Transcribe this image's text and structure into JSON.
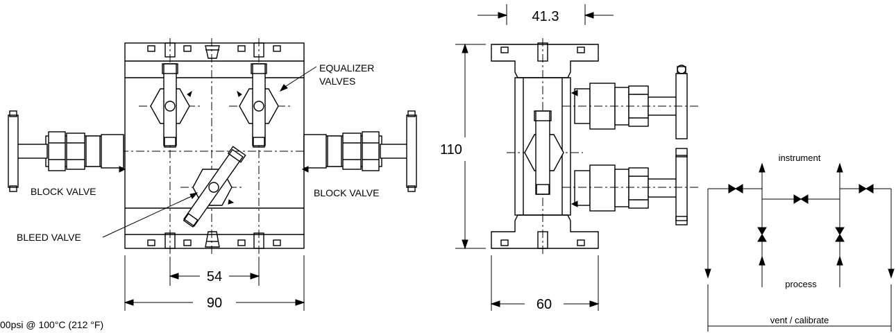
{
  "labels": {
    "equalizer_line1": "EQUALIZER",
    "equalizer_line2": "VALVES",
    "block_valve_left": "BLOCK VALVE",
    "block_valve_right": "BLOCK VALVE",
    "bleed_valve": "BLEED VALVE"
  },
  "dimensions": {
    "d_54": "54",
    "d_90": "90",
    "d_60": "60",
    "d_110": "110",
    "d_41_3": "41.3"
  },
  "schematic": {
    "instrument": "instrument",
    "process": "process",
    "vent": "vent / calibrate"
  },
  "rating": "00psi @ 100°C (212 °F)"
}
